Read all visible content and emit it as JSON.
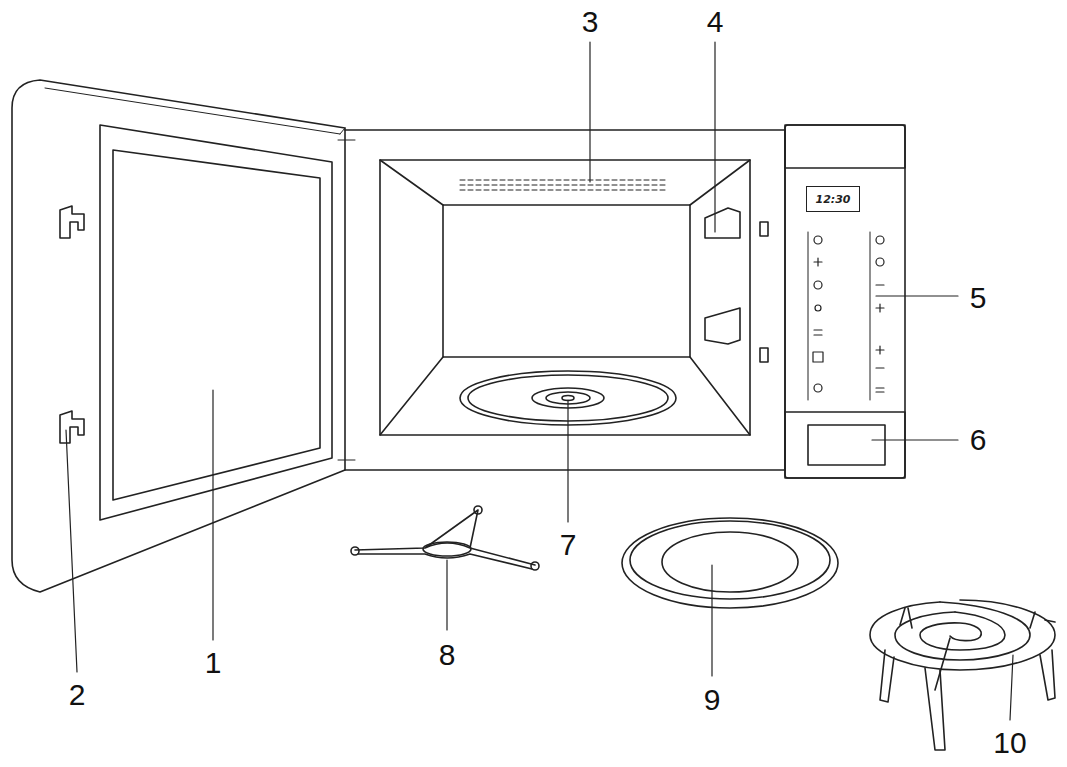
{
  "diagram": {
    "nodes": [
      {
        "text": [
          "12:30"
        ]
      }
    ],
    "labels": [
      "1",
      "2",
      "3",
      "4",
      "5",
      "6",
      "7",
      "8",
      "9",
      "10"
    ]
  }
}
